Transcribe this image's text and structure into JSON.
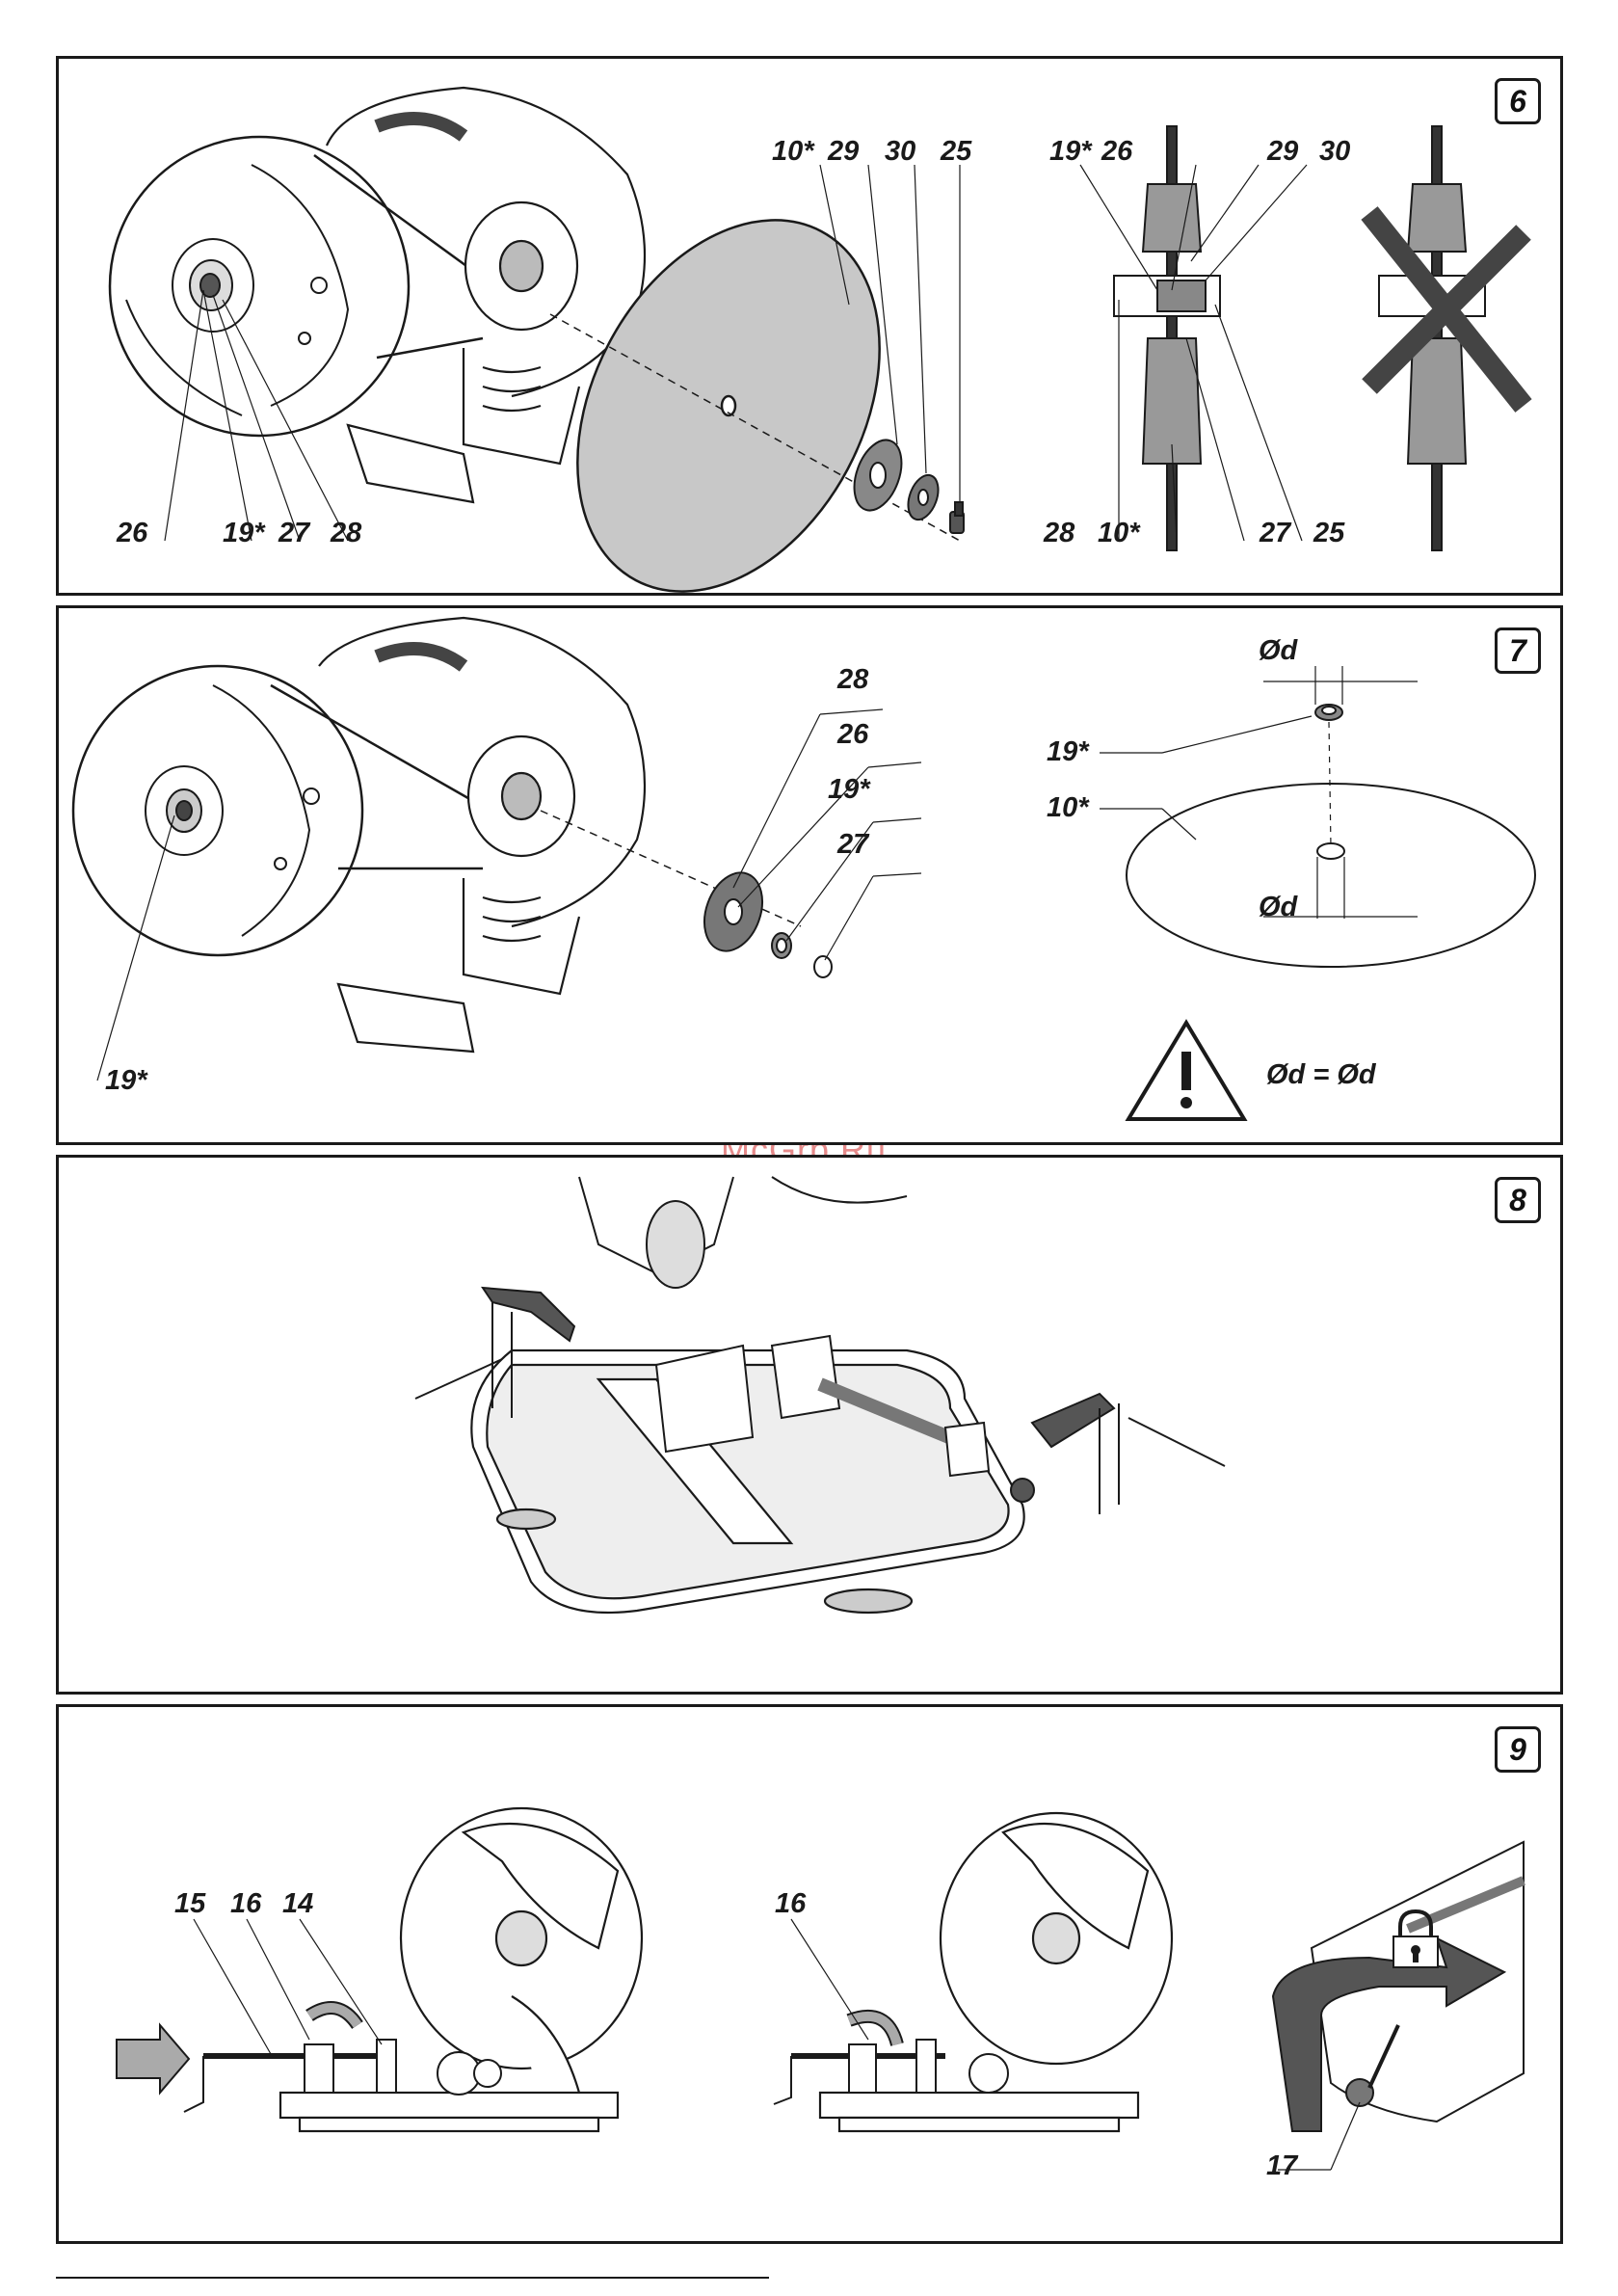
{
  "watermark": "McGrp.Ru",
  "panels": {
    "p6": {
      "number": "6",
      "labels": {
        "l26": "26",
        "l19": "19*",
        "l27": "27",
        "l28": "28",
        "l10": "10*",
        "l29": "29",
        "l30": "30",
        "l25": "25",
        "s19": "19*",
        "s26": "26",
        "s29": "29",
        "s30": "30",
        "s28": "28",
        "s10": "10*",
        "s27": "27",
        "s25": "25"
      }
    },
    "p7": {
      "number": "7",
      "labels": {
        "l28": "28",
        "l26": "26",
        "l19": "19*",
        "l27": "27",
        "l19b": "19*",
        "d19": "19*",
        "d10": "10*",
        "od1": "Ød",
        "od2": "Ød",
        "equation": "Ød = Ød"
      }
    },
    "p8": {
      "number": "8"
    },
    "p9": {
      "number": "9",
      "labels": {
        "l15": "15",
        "l16": "16",
        "l14": "14",
        "l16b": "16",
        "l17": "17"
      }
    }
  }
}
